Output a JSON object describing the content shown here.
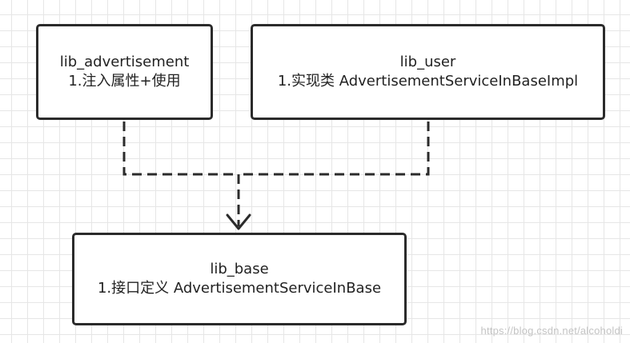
{
  "diagram": {
    "nodes": [
      {
        "id": "lib_advertisement",
        "title": "lib_advertisement",
        "note": "1.注入属性+使用"
      },
      {
        "id": "lib_user",
        "title": "lib_user",
        "note": "1.实现类 AdvertisementServiceInBaseImpl"
      },
      {
        "id": "lib_base",
        "title": "lib_base",
        "note": "1.接口定义 AdvertisementServiceInBase"
      }
    ],
    "edges": [
      {
        "from": "lib_advertisement",
        "to": "lib_base",
        "style": "dashed"
      },
      {
        "from": "lib_user",
        "to": "lib_base",
        "style": "dashed"
      }
    ],
    "colors": {
      "stroke": "#2b2b2b",
      "grid": "#e6e6e6",
      "background": "#ffffff",
      "watermark": "#c4c4c4"
    }
  },
  "watermark": "https://blog.csdn.net/alcoholdi"
}
